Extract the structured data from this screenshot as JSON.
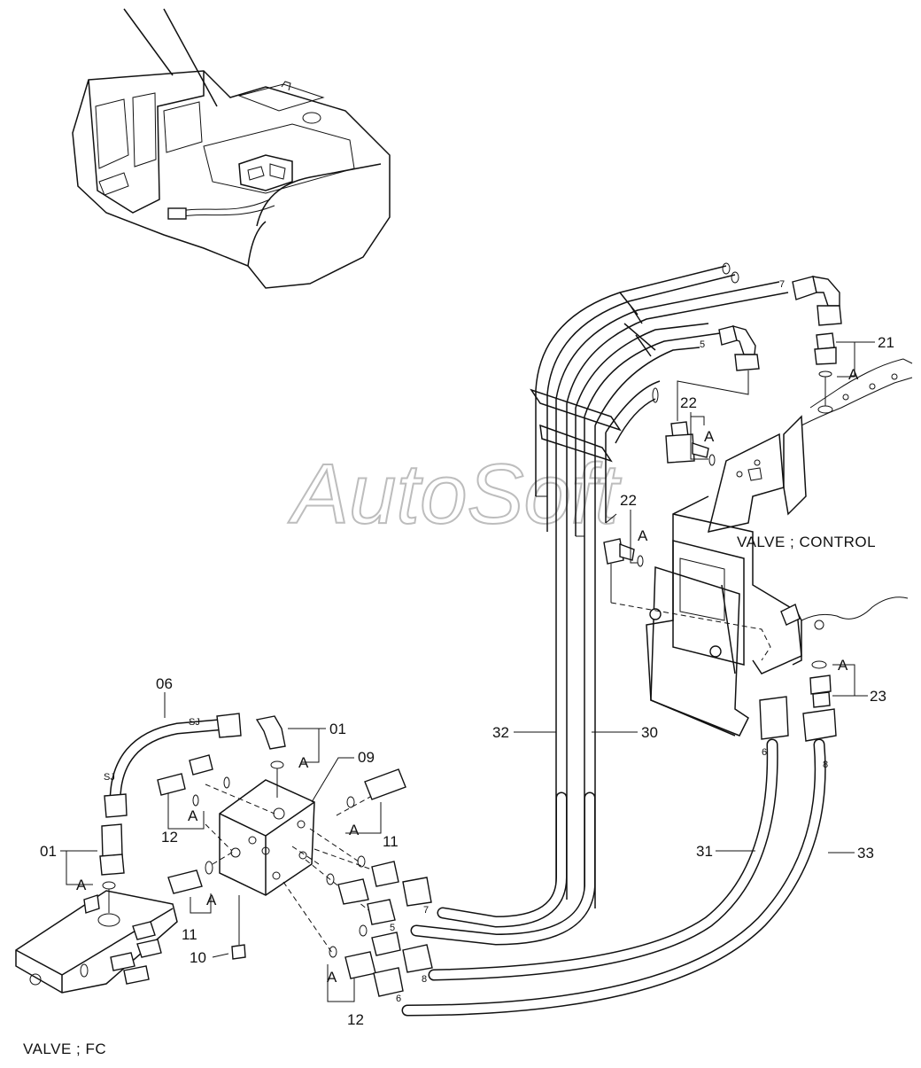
{
  "watermark": "AutoSoft",
  "captions": {
    "valve_control": "VALVE ; CONTROL",
    "valve_fc": "VALVE ; FC"
  },
  "callouts": {
    "p06": "06",
    "p01_top": "01",
    "p01_left": "01",
    "p09": "09",
    "p11_right": "11",
    "p11_bottom": "11",
    "p12_left": "12",
    "p12_bottom": "12",
    "p10": "10",
    "p21": "21",
    "p22_top": "22",
    "p22_mid": "22",
    "p23": "23",
    "p30": "30",
    "p31": "31",
    "p32": "32",
    "p33": "33",
    "a_01_top": "A",
    "a_01_left": "A",
    "a_12_left": "A",
    "a_11_bottom": "A",
    "a_11_right": "A",
    "a_12_bottom": "A",
    "a_21": "A",
    "a_22_top": "A",
    "a_22_mid": "A",
    "a_23": "A"
  },
  "hose_marks": {
    "sj_top": "SJ",
    "sj_left": "SJ",
    "m7_top": "7",
    "m5_top": "5",
    "m6_right": "6",
    "m8_right": "8",
    "m7_bottom": "7",
    "m5_bottom": "5",
    "m8_bottom": "8",
    "m6_bottom": "6"
  }
}
